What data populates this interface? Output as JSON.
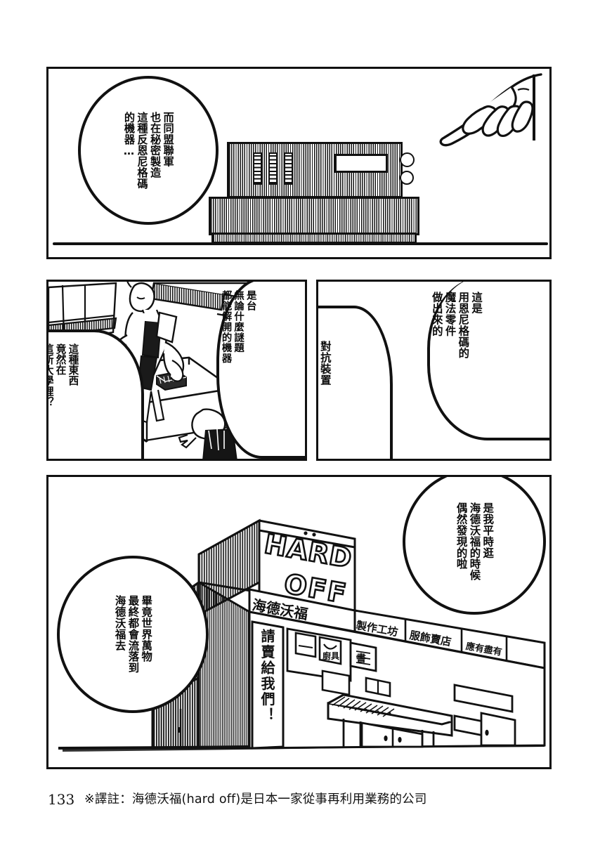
{
  "page": {
    "number": "133",
    "translator_note": "※譯註：海德沃福(hard off)是日本一家從事再利用業務的公司",
    "ink_color": "#111111",
    "paper_color": "#ffffff"
  },
  "panels": [
    {
      "id": "panel-1",
      "caption_balloon": "而同盟聯軍\n也在秘密製造\n這種反恩尼格碼\n的機器…",
      "art": {
        "subject": "large-console-machine",
        "elements": [
          "hand-pointing",
          "machine-top-unit",
          "machine-base",
          "three-slot-panels",
          "display-screen",
          "two-knobs",
          "ground-line"
        ]
      }
    },
    {
      "id": "panel-2",
      "balloon_right": "是台\n無論什麼謎題\n都能解開的機器",
      "balloon_left": "這種東西\n竟然在\n這所大學裡？",
      "art": {
        "subject": "classroom-with-two-characters",
        "elements": [
          "windows",
          "fox-girl-standing",
          "table",
          "small-device-on-table",
          "second-character-back-view"
        ]
      }
    },
    {
      "id": "panel-3",
      "balloon_right": "這是\n用恩尼格碼的\n魔法零件\n做出來的",
      "balloon_left": "對抗裝置",
      "art": {
        "subject": "blank-white-panel",
        "elements": []
      }
    },
    {
      "id": "panel-4",
      "balloon_right": "是我平時逛\n海德沃福的時候\n偶然發現的啦",
      "balloon_left": "畢竟世界萬物\n最終都會流落到\n海德沃福去",
      "art": {
        "subject": "hard-off-store-building",
        "store_sign_main": "HARD",
        "store_sign_sub": "OFF",
        "store_sign_chinese": "海德沃福",
        "shop_signs": [
          "製作工坊",
          "服飾賣店",
          "應有盡有"
        ],
        "banner_vertical": "請賣給我們！",
        "window_signs": [
          "廚具",
          "書"
        ]
      }
    }
  ]
}
